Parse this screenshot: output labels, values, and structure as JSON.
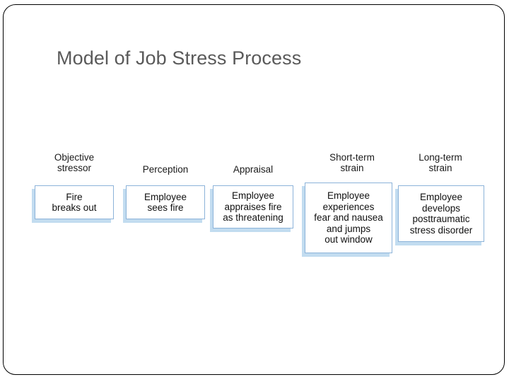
{
  "slide": {
    "title": "Model of Job Stress Process",
    "title_color": "#5a5a5a",
    "background_color": "#ffffff",
    "frame_color": "#000000"
  },
  "diagram": {
    "type": "flow",
    "box_border_color": "#8cb3d9",
    "box_shadow_color": "#c2dcf0",
    "box_fill_color": "#ffffff",
    "stages": [
      {
        "label": "Objective\nstressor",
        "box_text": "Fire\nbreaks out"
      },
      {
        "label": "Perception",
        "box_text": "Employee\nsees fire"
      },
      {
        "label": "Appraisal",
        "box_text": "Employee\nappraises fire\nas threatening"
      },
      {
        "label": "Short-term\nstrain",
        "box_text": "Employee\nexperiences\nfear and nausea\nand jumps\nout window"
      },
      {
        "label": "Long-term\nstrain",
        "box_text": "Employee\ndevelops\nposttraumatic\nstress disorder"
      }
    ]
  }
}
